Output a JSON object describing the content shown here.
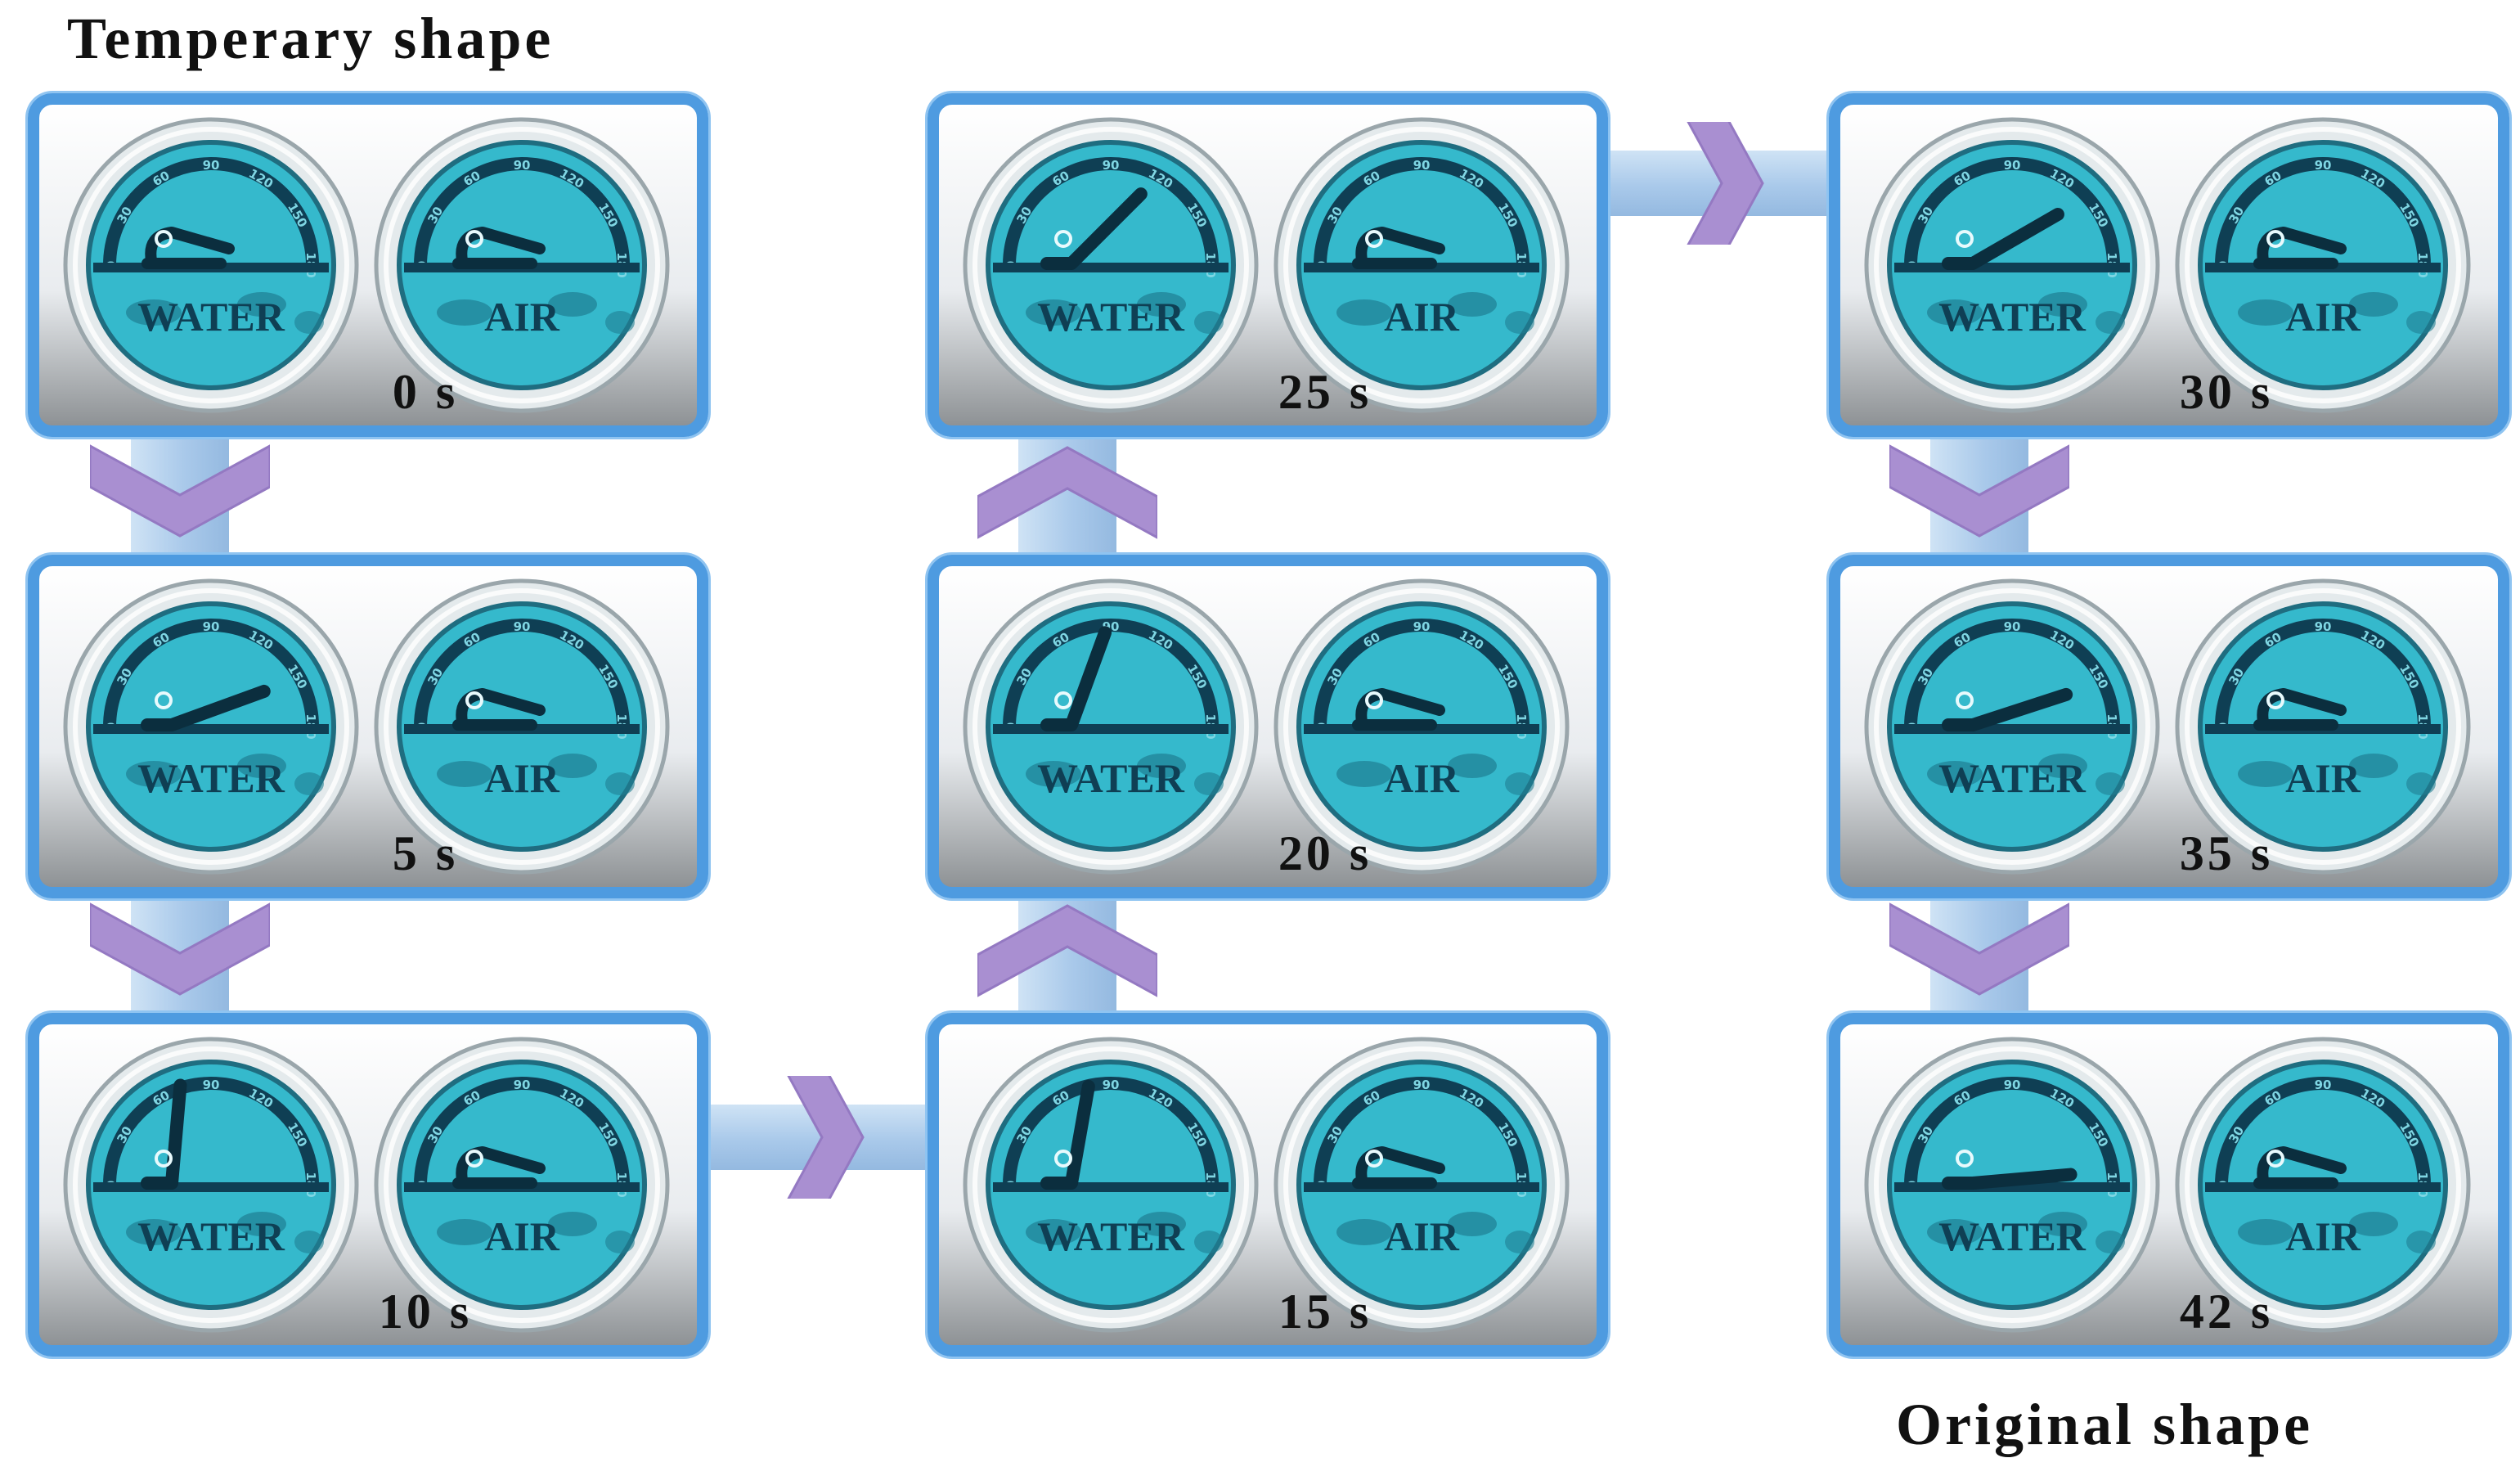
{
  "headings": {
    "top": "Temperary shape",
    "bottom": "Original shape"
  },
  "dish_labels": {
    "left": "WATER",
    "right": "AIR"
  },
  "dial_ticks": [
    "0",
    "30",
    "60",
    "90",
    "120",
    "150",
    "180"
  ],
  "colors": {
    "frame_border": "#4e9be0",
    "water": "#35b9cc",
    "dark": "#0f3f54",
    "chevron": "#a98fd1",
    "connector": "#a9c9ea"
  },
  "frames": [
    {
      "time": "0 s",
      "sample_angle_deg": 0
    },
    {
      "time": "5 s",
      "sample_angle_deg": 20
    },
    {
      "time": "10 s",
      "sample_angle_deg": 85
    },
    {
      "time": "15 s",
      "sample_angle_deg": 80
    },
    {
      "time": "20 s",
      "sample_angle_deg": 70
    },
    {
      "time": "25 s",
      "sample_angle_deg": 45
    },
    {
      "time": "30 s",
      "sample_angle_deg": 30
    },
    {
      "time": "35 s",
      "sample_angle_deg": 18
    },
    {
      "time": "42 s",
      "sample_angle_deg": 5
    }
  ]
}
